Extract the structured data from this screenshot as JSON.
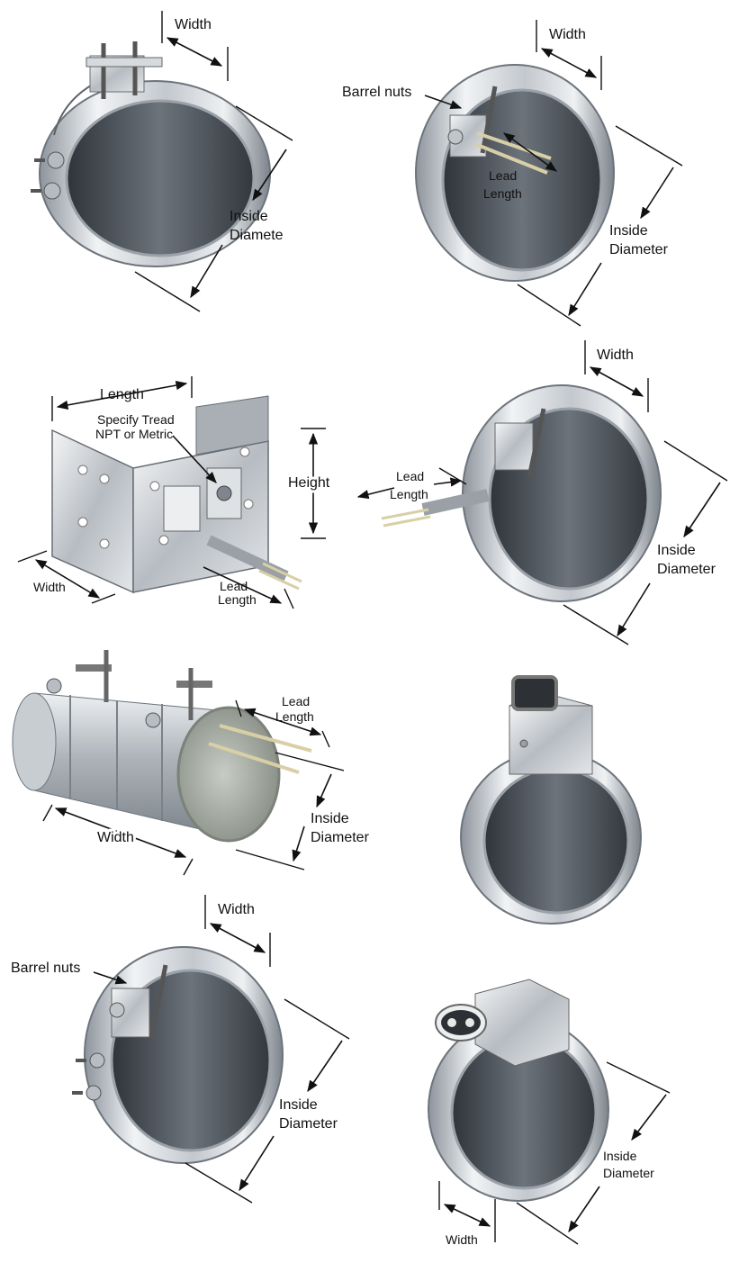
{
  "colors": {
    "steel_light": "#e9ecef",
    "steel_mid": "#b9bfc6",
    "steel_dark": "#4d545c",
    "interior": "#3e444b",
    "lead_braid": "#d9cfa6",
    "ink": "#111111"
  },
  "heaters": [
    {
      "id": "band-clamp-terminal-screws",
      "labels": {
        "width": "Width",
        "inside_diameter_1": "Inside",
        "inside_diameter_2": "Diamete"
      }
    },
    {
      "id": "band-barrel-nuts-leads",
      "labels": {
        "width": "Width",
        "barrel_nuts": "Barrel nuts",
        "lead_1": "Lead",
        "lead_2": "Length",
        "inside_diameter_1": "Inside",
        "inside_diameter_2": "Diameter"
      }
    },
    {
      "id": "strip-bracket",
      "labels": {
        "length": "Length",
        "thread_1": "Specify Tread",
        "thread_2": "NPT or Metric",
        "height": "Height",
        "width": "Width",
        "lead_1": "Lead",
        "lead_2": "Length"
      }
    },
    {
      "id": "band-armored-leads",
      "labels": {
        "width": "Width",
        "lead_1": "Lead",
        "lead_2": "Length",
        "inside_diameter_1": "Inside",
        "inside_diameter_2": "Diameter"
      }
    },
    {
      "id": "split-sleeve-heater",
      "labels": {
        "lead_1": "Lead",
        "lead_2": "Length",
        "width": "Width",
        "inside_diameter_1": "Inside",
        "inside_diameter_2": "Diameter"
      }
    },
    {
      "id": "band-top-terminal-box",
      "labels": {}
    },
    {
      "id": "band-barrel-nuts-screws",
      "labels": {
        "width": "Width",
        "barrel_nuts": "Barrel nuts",
        "inside_diameter_1": "Inside",
        "inside_diameter_2": "Diameter"
      }
    },
    {
      "id": "band-side-plug-box",
      "labels": {
        "inside_diameter_1": "Inside",
        "inside_diameter_2": "Diameter",
        "width": "Width"
      }
    }
  ]
}
